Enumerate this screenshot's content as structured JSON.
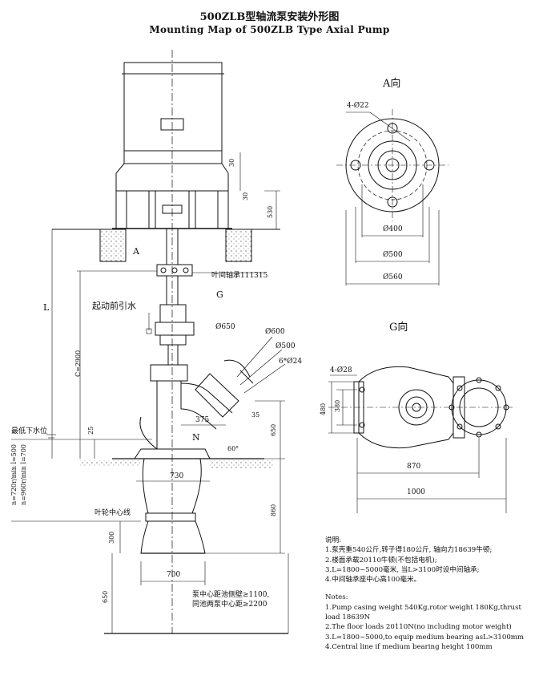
{
  "title_cn": "500ZLB型轴流泵安装外形图",
  "title_en": "Mounting Map of 500ZLB Type Axial Pump",
  "view_a": {
    "title": "A向",
    "holes": "4-Ø22",
    "d1": "Ø400",
    "d2": "Ø500",
    "d3": "Ø560"
  },
  "view_g": {
    "title": "G向",
    "holes": "4-Ø28",
    "dim_480": "480",
    "dim_380": "380",
    "dim_870": "870",
    "dim_1000": "1000"
  },
  "main": {
    "dim_30a": "30",
    "dim_30b": "30",
    "dim_530": "530",
    "arrow_a": "A",
    "bearing": "叶间轴承111315",
    "arrow_g": "G",
    "prime_water": "起动前引水",
    "dim_l": "L",
    "dim_c": "C=2900",
    "lowest_water": "最低下水位",
    "dim_25": "25",
    "speed1": "n=720r/min l=500",
    "speed2": "n=960r/min l=700",
    "d650": "Ø650",
    "d600": "Ø600",
    "d500": "Ø500",
    "holes_6": "6*Ø24",
    "dim_375": "375",
    "arrow_n": "N",
    "angle_35": "35",
    "angle_60": "60°",
    "dim_650r": "650",
    "dim_730": "730",
    "dim_860": "860",
    "impeller_center": "叶轮中心线",
    "dim_300": "300",
    "dim_700": "700",
    "dim_650b": "650",
    "pit_note1": "泵中心距池侧壁≥1100,",
    "pit_note2": "同池两泵中心距≥2200"
  },
  "notes_cn": {
    "heading": "说明:",
    "items": [
      "1.泵壳重540公斤,转子得180公斤, 轴向力18639牛顿;",
      "2.楼面承载20110牛顿(不包括电机);",
      "3.L=1800~5000毫米, 当L>3100时设中间轴承;",
      "4.中间轴承座中心高100毫米。"
    ]
  },
  "notes_en": {
    "heading": "Notes:",
    "items": [
      "1.Pump casing weight 540Kg,rotor weight 180Kg,thrust load 18639N",
      "2.The floor loads 20110N(no including motor weight)",
      "3.L=1800~5000,to equip medium bearing asL>3100mm",
      "4.Central line if medium bearing height 100mm"
    ]
  }
}
